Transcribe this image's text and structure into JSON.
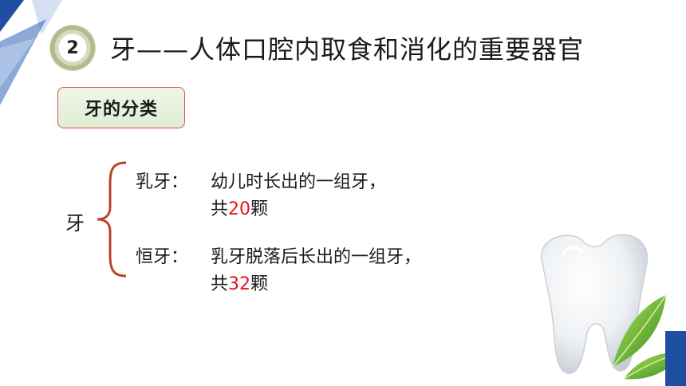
{
  "header": {
    "number": "2",
    "title": "牙——人体口腔内取食和消化的重要器官"
  },
  "category": {
    "label": "牙的分类"
  },
  "classification": {
    "root": "牙",
    "items": [
      {
        "name": "乳牙：",
        "description": "幼儿时长出的一组牙，",
        "count_prefix": "共",
        "count": "20",
        "count_suffix": "颗"
      },
      {
        "name": "恒牙：",
        "description": "乳牙脱落后长出的一组牙，",
        "count_prefix": "共",
        "count": "32",
        "count_suffix": "颗"
      }
    ]
  },
  "colors": {
    "accent_blue": "#1f4ea3",
    "highlight_red": "#e8141c",
    "brace_brown": "#b8442a",
    "box_border": "#d94c5a"
  }
}
